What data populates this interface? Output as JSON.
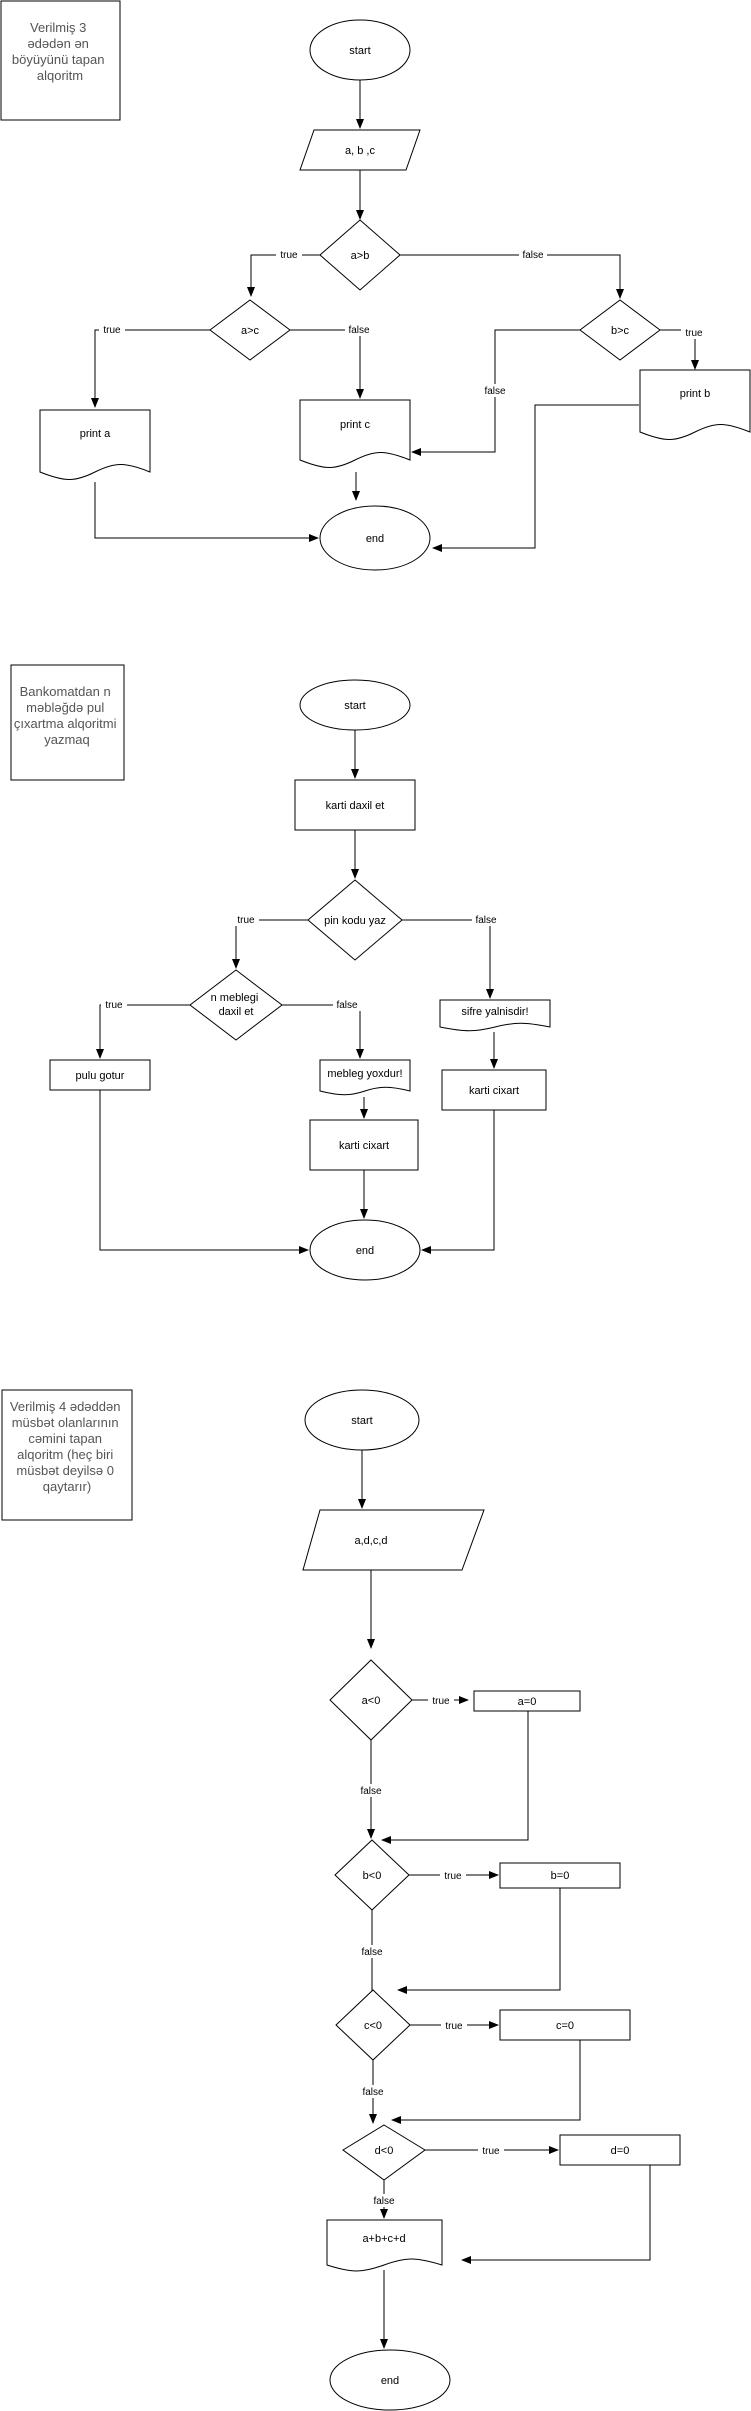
{
  "notes": {
    "n1": [
      "Verilmiş 3",
      "ədədən ən",
      "böyüyünü tapan",
      "alqoritm"
    ],
    "n2": [
      "Bankomatdan n",
      "məbləğdə pul",
      "çıxartma alqoritmi",
      "yazmaq"
    ],
    "n3": [
      "Verilmiş 4 ədəddən",
      "müsbət olanlarının",
      "cəmini tapan",
      "alqoritm (heç biri",
      "müsbət deyilsə 0",
      "qaytarır)"
    ]
  },
  "flow1": {
    "start": "start",
    "input": "a, b ,c",
    "d_ab": "a>b",
    "d_ac": "a>c",
    "d_bc": "b>c",
    "print_a": "print a",
    "print_c": "print c",
    "print_b": "print b",
    "end": "end",
    "e_ab_true": "true",
    "e_ab_false": "false",
    "e_ac_true": "true",
    "e_ac_false": "false",
    "e_bc_false": "false",
    "e_bc_true": "true"
  },
  "flow2": {
    "start": "start",
    "card_in": "karti  daxil et",
    "d_pin": "pin kodu yaz",
    "d_amount": [
      "n meblegi",
      "daxil et"
    ],
    "pin_wrong": "sifre yalnisdir!",
    "card_out_right": "karti cixart",
    "take_money": "pulu gotur",
    "no_amount": "mebleg yoxdur!",
    "card_out_mid": "karti cixart",
    "end": "end",
    "e_pin_true": "true",
    "e_pin_false": "false",
    "e_amount_true": "true",
    "e_amount_false": "false"
  },
  "flow3": {
    "start": "start",
    "input": "a,d,c,d",
    "d_a": "a<0",
    "d_b": "b<0",
    "d_c": "c<0",
    "d_d": "d<0",
    "set_a": "a=0",
    "set_b": "b=0",
    "set_c": "c=0",
    "set_d": "d=0",
    "output": "a+b+c+d",
    "end": "end",
    "e_a_true": "true",
    "e_a_false": "false",
    "e_b_true": "true",
    "e_b_false": "false",
    "e_c_true": "true",
    "e_c_false": "false",
    "e_d_true": "true",
    "e_d_false": "false"
  }
}
